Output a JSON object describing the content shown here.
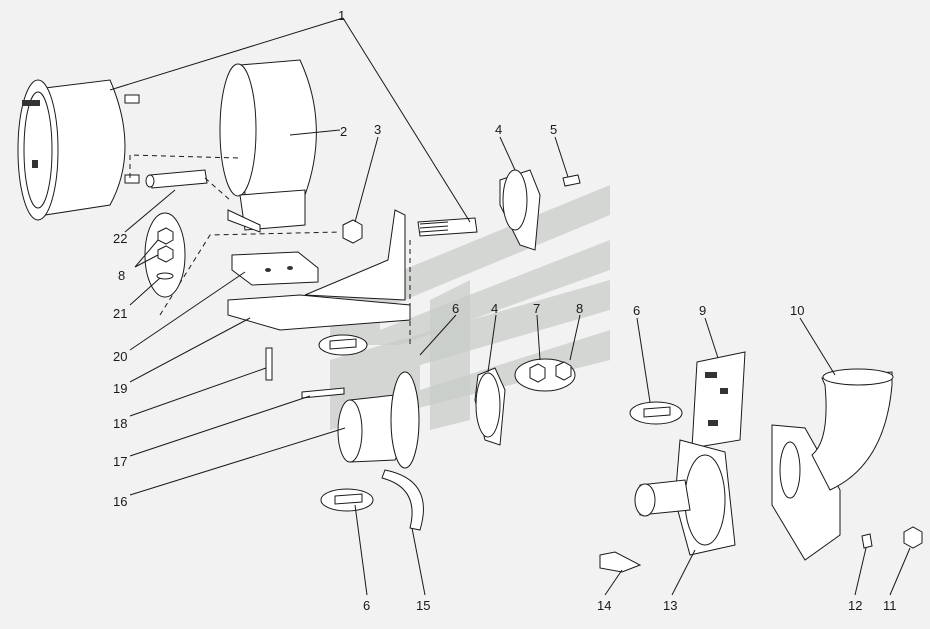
{
  "callouts": {
    "c1": "1",
    "c2": "2",
    "c3": "3",
    "c4a": "4",
    "c5": "5",
    "c6a": "6",
    "c7": "7",
    "c8a": "8",
    "c4b": "4",
    "c6b": "6",
    "c9": "9",
    "c10": "10",
    "c22": "22",
    "c8b": "8",
    "c21": "21",
    "c20": "20",
    "c19": "19",
    "c18": "18",
    "c17": "17",
    "c16": "16",
    "c6c": "6",
    "c15": "15",
    "c14": "14",
    "c13": "13",
    "c12": "12",
    "c11": "11"
  },
  "watermark": {
    "color": "#c8ccc8",
    "icon": "watermark-logo"
  }
}
